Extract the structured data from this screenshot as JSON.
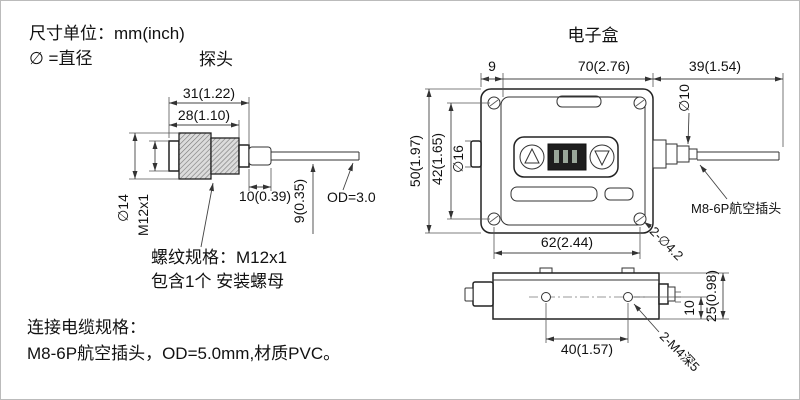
{
  "notes": {
    "unit_label": "尺寸单位：mm(inch)",
    "diameter_label": "∅ =直径",
    "thread_spec_line1": "螺纹规格：M12x1",
    "thread_spec_line2": "包含1个 安装螺母",
    "cable_spec_title": "连接电缆规格：",
    "cable_spec_detail": "M8-6P航空插头，OD=5.0mm,材质PVC。"
  },
  "probe": {
    "title": "探头",
    "dim_total_length": "31(1.22)",
    "dim_thread_length": "28(1.10)",
    "dim_boot_length": "10(0.39)",
    "dim_boot_height": "9(0.35)",
    "dim_cable_od": "OD=3.0",
    "dim_nut_diameter": "∅14",
    "dim_thread": "M12x1"
  },
  "box": {
    "title": "电子盒",
    "dim_offset": "9",
    "dim_width": "70(2.76)",
    "dim_plug_length": "39(1.54)",
    "dim_plug_diameter": "∅10",
    "dim_height": "50(1.97)",
    "dim_screw_spacing": "42(1.65)",
    "dim_gland_diameter": "∅16",
    "dim_hole_spacing": "62(2.44)",
    "dim_mount_holes": "2-∅4.2",
    "plug_label": "M8-6P航空插头"
  },
  "side_view": {
    "dim_hole_spacing": "40(1.57)",
    "dim_hole_to_base": "10",
    "dim_height": "25(0.98)",
    "dim_screw_holes": "2-M4深5"
  }
}
